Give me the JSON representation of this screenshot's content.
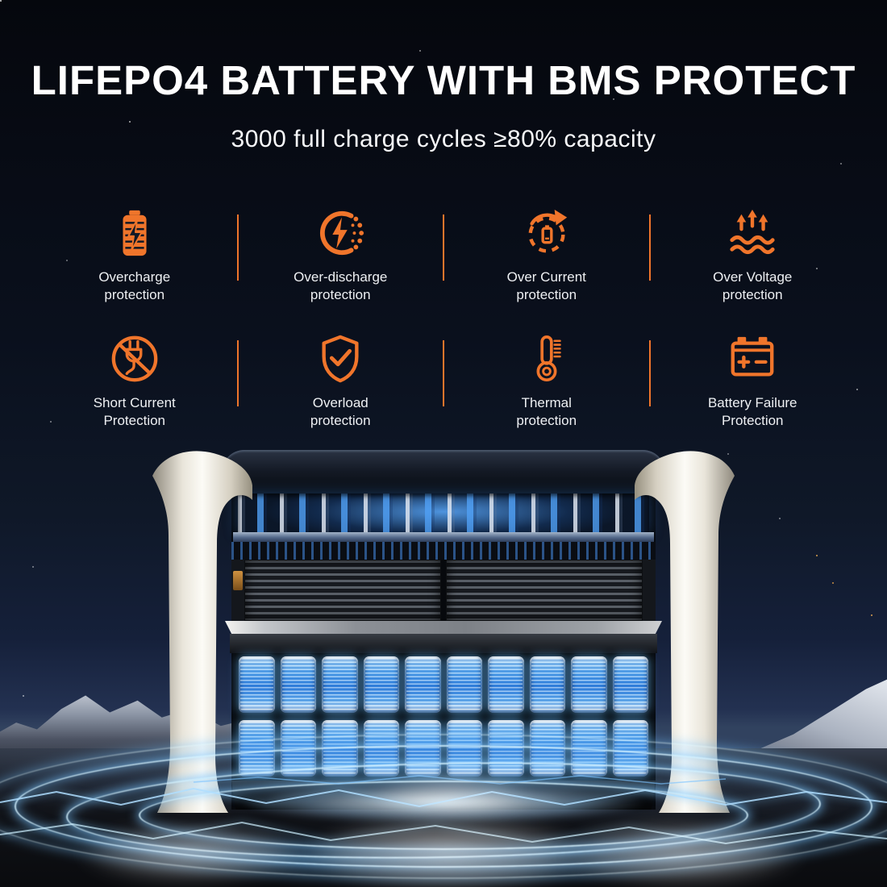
{
  "page": {
    "title": "LIFEPO4 BATTERY WITH BMS PROTECT",
    "subtitle": "3000 full charge cycles ≥80% capacity"
  },
  "colors": {
    "accent_orange": "#F0752B",
    "cell_glow_blue": "#4FA8F5",
    "background_navy": "#0B1220"
  },
  "features": [
    {
      "icon": "overcharge-battery-icon",
      "label_lines": [
        "Overcharge",
        "protection"
      ]
    },
    {
      "icon": "over-discharge-icon",
      "label_lines": [
        "Over-discharge",
        "protection"
      ]
    },
    {
      "icon": "over-current-icon",
      "label_lines": [
        "Over Current",
        "protection"
      ]
    },
    {
      "icon": "over-voltage-icon",
      "label_lines": [
        "Over Voltage",
        "protection"
      ]
    },
    {
      "icon": "short-current-icon",
      "label_lines": [
        "Short Current",
        "Protection"
      ]
    },
    {
      "icon": "overload-shield-icon",
      "label_lines": [
        "Overload",
        "protection"
      ]
    },
    {
      "icon": "thermal-icon",
      "label_lines": [
        "Thermal",
        "protection"
      ]
    },
    {
      "icon": "battery-failure-icon",
      "label_lines": [
        "Battery Failure",
        "Protection"
      ]
    }
  ],
  "device": {
    "battery_rows": 2,
    "cells_per_row": 10
  }
}
